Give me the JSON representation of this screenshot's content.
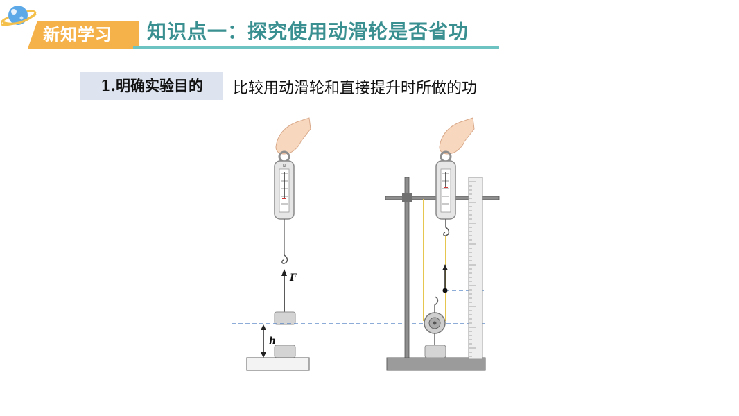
{
  "header": {
    "tag": "新知学习",
    "title": "知识点一：探究使用动滑轮是否省功"
  },
  "section": {
    "label": "1.明确实验目的",
    "text": "比较用动滑轮和直接提升时所做的功"
  },
  "figure": {
    "force_label": "F",
    "height_label": "h",
    "spring_scale_unit": "N"
  },
  "colors": {
    "tag_bg": "#f6b24a",
    "title": "#3a8f90",
    "rule": "#6cc3c1",
    "label_bg": "#dde4f0"
  }
}
